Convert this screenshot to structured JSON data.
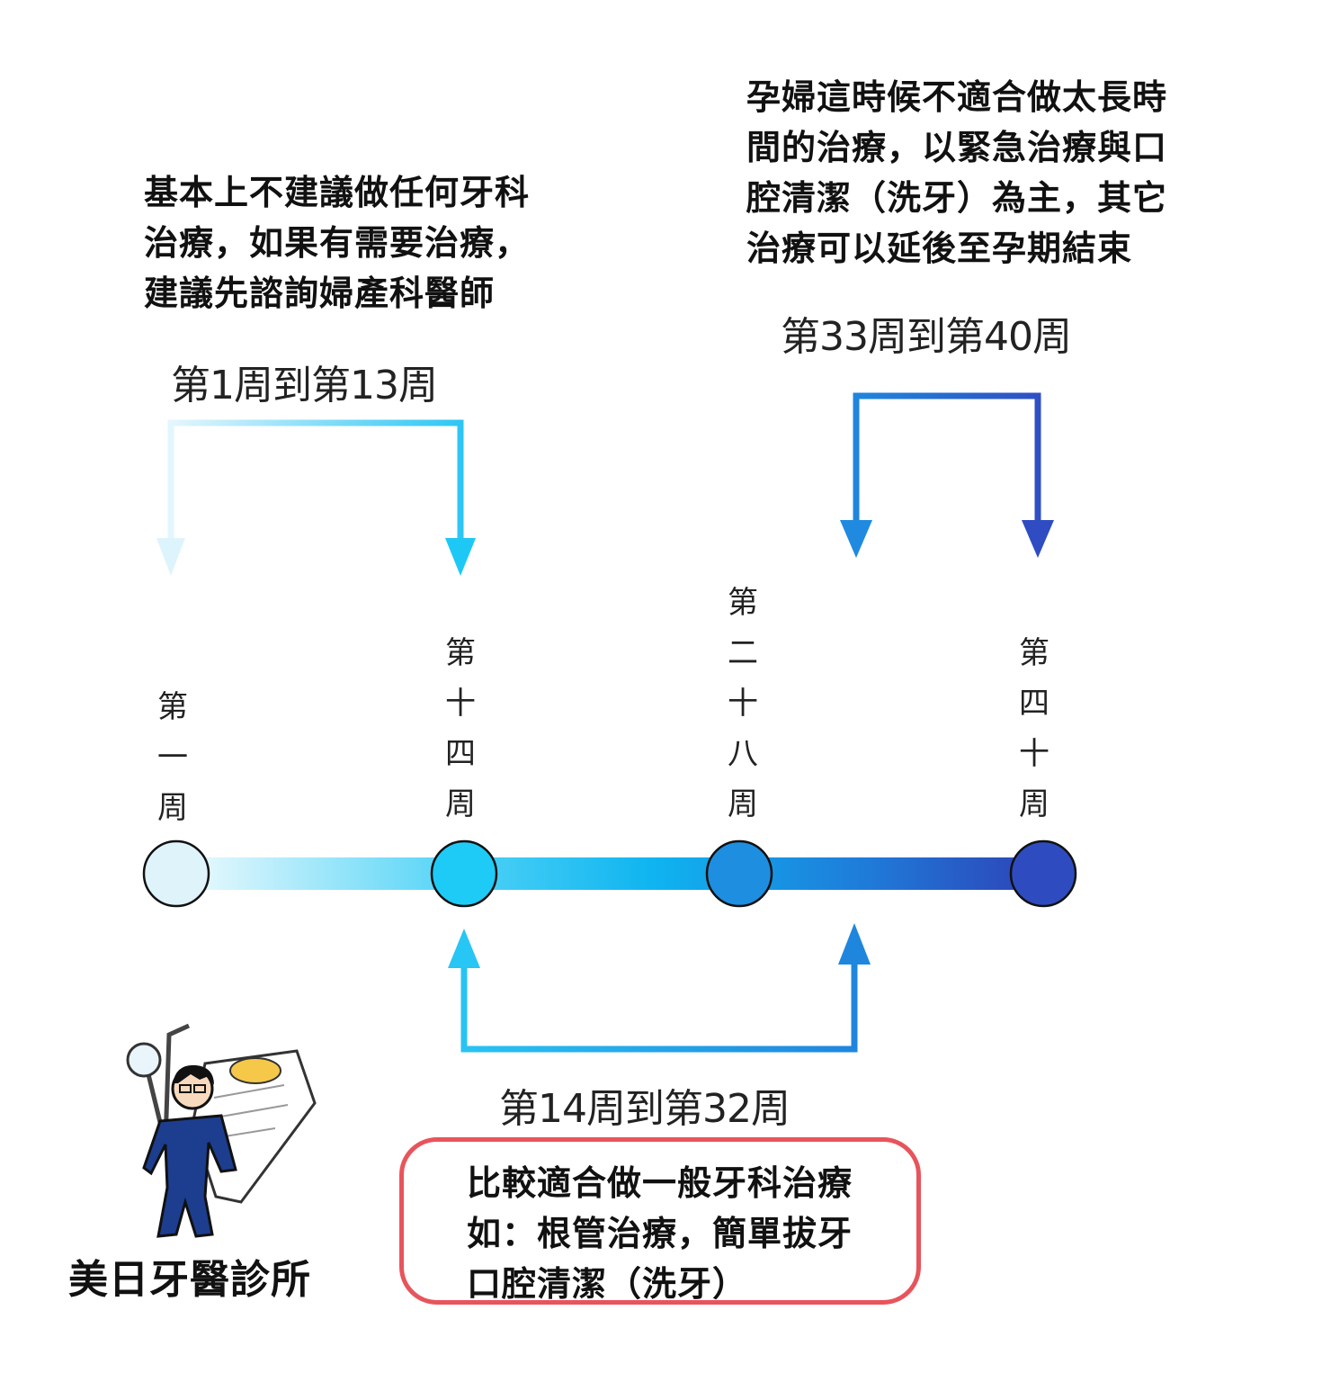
{
  "colors": {
    "week1": "#dff3fb",
    "week14": "#1ecbf6",
    "week28": "#1e8ee0",
    "week40": "#2e4cc0",
    "box_border": "#e8545c"
  },
  "notes": {
    "first_trimester": "基本上不建議做任何牙科\n治療，如果有需要治療，\n建議先諮詢婦產科醫師",
    "third_trimester": "孕婦這時候不適合做太長時\n間的治療，以緊急治療與口\n腔清潔（洗牙）為主，其它\n治療可以延後至孕期結束",
    "second_trimester": "比較適合做一般牙科治療\n如：根管治療，簡單拔牙\n口腔清潔（洗牙）"
  },
  "ranges": {
    "first": "第1周到第13周",
    "second": "第14周到第32周",
    "third": "第33周到第40周"
  },
  "milestones": [
    {
      "label": "第\n一\n周"
    },
    {
      "label": "第\n十\n四\n周"
    },
    {
      "label": "第\n二\n十\n八\n周"
    },
    {
      "label": "第\n四\n十\n周"
    }
  ],
  "clinic_name": "美日牙醫診所",
  "mascot_icon": "dentist-mascot-icon"
}
